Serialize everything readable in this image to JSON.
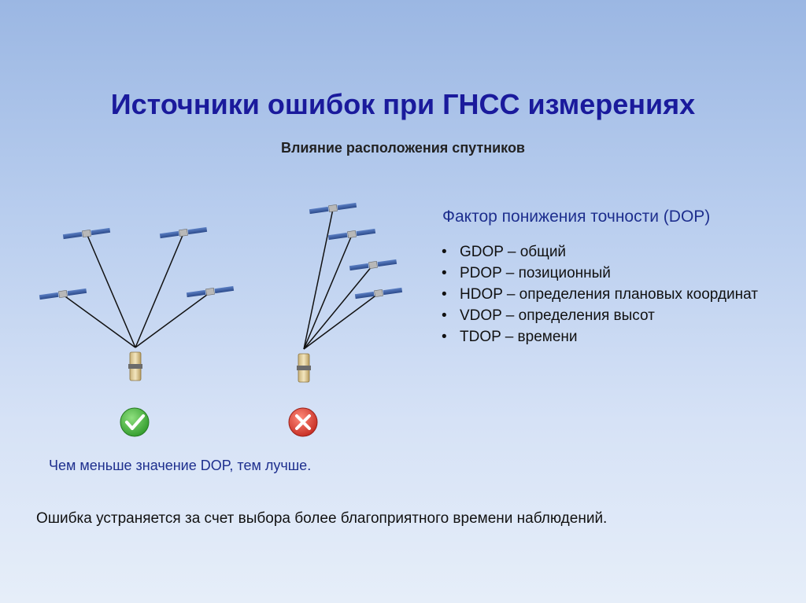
{
  "slide": {
    "title": "Источники ошибок при ГНСС измерениях",
    "subtitle": "Влияние расположения спутников"
  },
  "dop": {
    "heading": "Фактор понижения точности (DOP)",
    "bullet_symbol": "•",
    "items": [
      "GDOP – общий",
      "PDOP – позиционный",
      "HDOP – определения плановых координат",
      "VDOP – определения высот",
      "TDOP – времени"
    ]
  },
  "notes": {
    "dop_rule": "Чем меньше значение DOP, тем лучше.",
    "elimination": "Ошибка устраняется за счет выбора более благоприятного времени наблюдений."
  },
  "status_icons": {
    "good": "check-icon",
    "bad": "cross-icon"
  },
  "colors": {
    "title": "#1a1a9c",
    "accent_blue": "#1e2f8e",
    "check_green": "#3fae3a",
    "cross_red": "#d63a2f",
    "satellite_panel": "#3a5fa8"
  }
}
